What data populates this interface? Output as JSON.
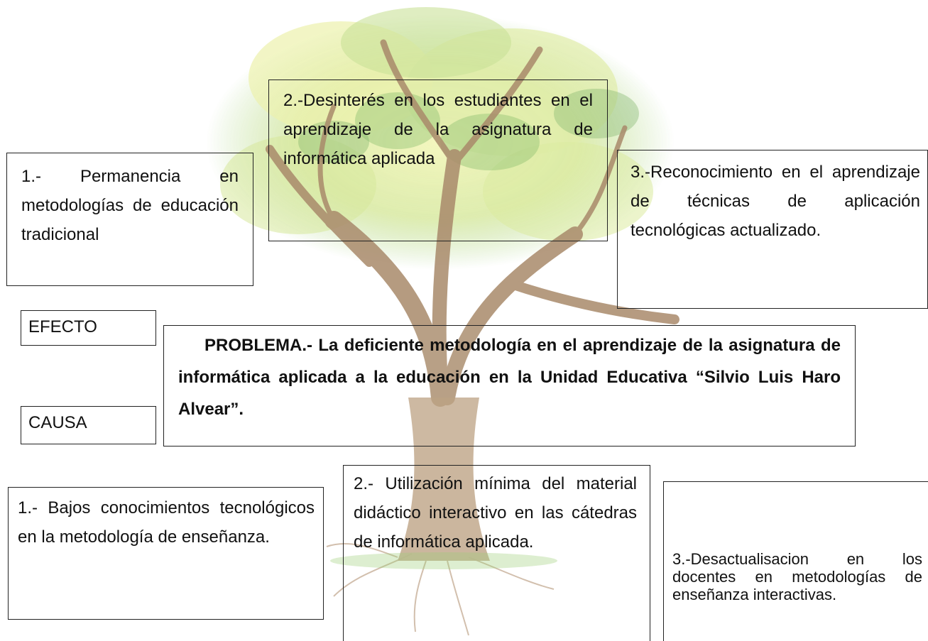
{
  "effects": [
    "1.- Permanencia en metodologías de educación tradicional",
    "2.-Desinterés en los estudiantes en el aprendizaje de la asignatura de informática aplicada",
    "3.-Reconocimiento en el aprendizaje de técnicas de aplicación tecnológicas actualizado."
  ],
  "labels": {
    "effect": "EFECTO",
    "cause": "CAUSA"
  },
  "problem": "PROBLEMA.- La deficiente metodología en el aprendizaje de la asignatura de informática aplicada a la educación en la Unidad Educativa “Silvio Luis Haro Alvear”.",
  "causes": [
    "1.- Bajos conocimientos tecnológicos en la metodología de enseñanza.",
    "2.- Utilización mínima del material didáctico interactivo en las cátedras de informática aplicada.",
    "3.-Desactualisacion en los docentes en metodologías de enseñanza interactivas."
  ],
  "colors": {
    "trunk": "#a98a6b",
    "leaf_light": "#e6ef9a",
    "leaf_green": "#93c96a",
    "leaf_dark": "#5e9a4a"
  }
}
